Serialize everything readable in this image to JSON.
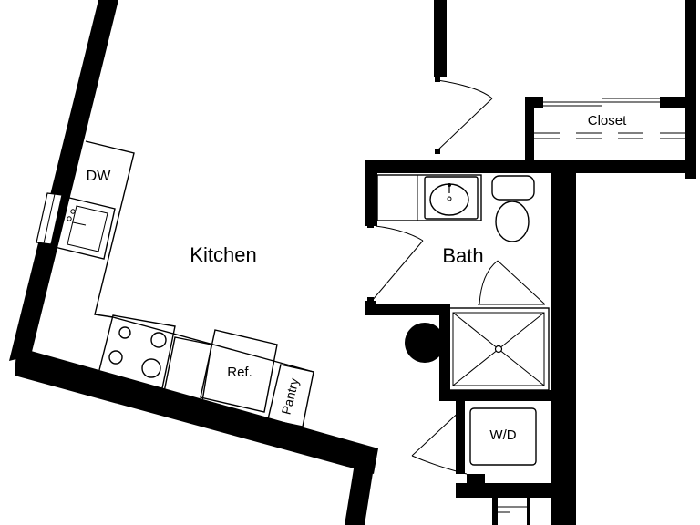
{
  "plan": {
    "rooms": {
      "kitchen": "Kitchen",
      "bath": "Bath",
      "closet": "Closet"
    },
    "fixtures": {
      "dishwasher": "DW",
      "refrigerator": "Ref.",
      "pantry": "Pantry",
      "washer_dryer": "W/D"
    },
    "colors": {
      "wall": "#000000",
      "background": "#ffffff"
    }
  }
}
